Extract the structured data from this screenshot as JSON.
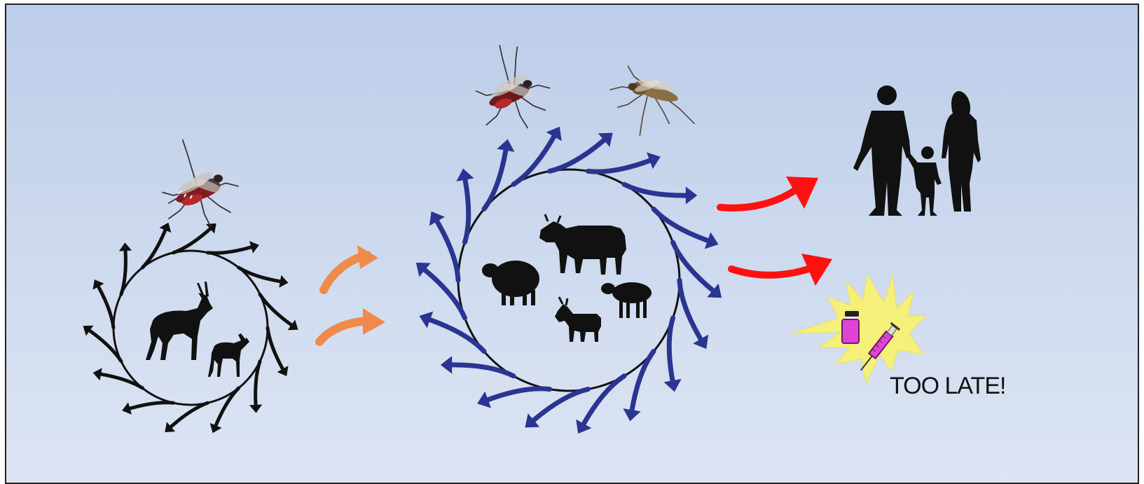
{
  "diagram": {
    "cycles": [
      {
        "name": "wildlife-cycle",
        "hosts": [
          "antelope",
          "fawn"
        ],
        "vector": "mosquito",
        "arrow_color": "#111111"
      },
      {
        "name": "livestock-cycle",
        "hosts": [
          "cow",
          "sheep",
          "goat",
          "lamb"
        ],
        "vector": "mosquito",
        "arrow_color": "#2a3591"
      }
    ],
    "outcomes": [
      "human-family",
      "vaccine-too-late"
    ],
    "spillover_arrow_color": "#f08a4b",
    "outcome_arrow_color": "#ff1111",
    "burst_color": "#f5f07a",
    "vial_color": "#e043d6",
    "background_top": "#bccde9",
    "background_bottom": "#dde5f3",
    "late_text": "TOO LATE!"
  }
}
